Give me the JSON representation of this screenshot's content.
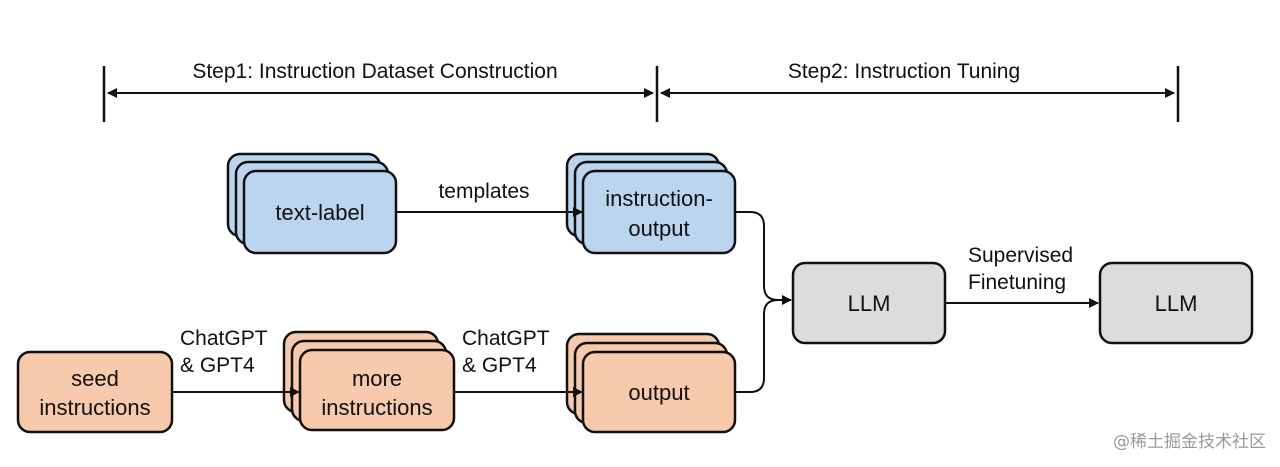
{
  "steps": {
    "step1": "Step1: Instruction Dataset Construction",
    "step2": "Step2: Instruction Tuning"
  },
  "nodes": {
    "text_label": "text-label",
    "instruction_output_1": "instruction-",
    "instruction_output_2": "output",
    "seed_1": "seed",
    "seed_2": "instructions",
    "more_1": "more",
    "more_2": "instructions",
    "output": "output",
    "llm_left": "LLM",
    "llm_right": "LLM"
  },
  "edges": {
    "templates": "templates",
    "chatgpt_a_1": "ChatGPT",
    "chatgpt_a_2": "& GPT4",
    "chatgpt_b_1": "ChatGPT",
    "chatgpt_b_2": "& GPT4",
    "sft_1": "Supervised",
    "sft_2": "Finetuning"
  },
  "watermark": "@稀土掘金技术社区",
  "colors": {
    "blue_fill": "#bcd5ee",
    "orange_fill": "#f7c9ad",
    "gray_fill": "#dcdcdc",
    "stroke": "#111111"
  }
}
